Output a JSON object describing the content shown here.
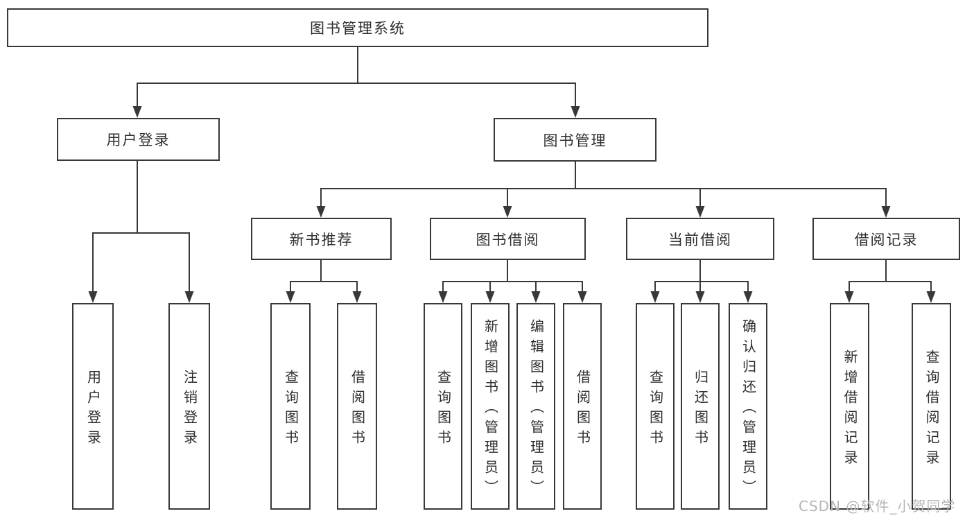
{
  "diagram": {
    "tree": {
      "label": "图书管理系统",
      "children": [
        {
          "label": "用户登录",
          "children": [
            {
              "label": "用户登录"
            },
            {
              "label": "注销登录"
            }
          ]
        },
        {
          "label": "图书管理",
          "children": [
            {
              "label": "新书推荐",
              "children": [
                {
                  "label": "查询图书"
                },
                {
                  "label": "借阅图书"
                }
              ]
            },
            {
              "label": "图书借阅",
              "children": [
                {
                  "label": "查询图书"
                },
                {
                  "label": "新增图书（管理员）"
                },
                {
                  "label": "编辑图书（管理员）"
                },
                {
                  "label": "借阅图书"
                }
              ]
            },
            {
              "label": "当前借阅",
              "children": [
                {
                  "label": "查询图书"
                },
                {
                  "label": "归还图书"
                },
                {
                  "label": "确认归还（管理员）"
                }
              ]
            },
            {
              "label": "借阅记录",
              "children": [
                {
                  "label": "新增借阅记录"
                },
                {
                  "label": "查询借阅记录"
                }
              ]
            }
          ]
        }
      ]
    },
    "watermark": "CSDN @软件_小贺同学",
    "colors": {
      "line": "#383838",
      "box_border": "#383838",
      "box_fill": "#ffffff",
      "text": "#2e2e2e",
      "watermark": "#b5b5b5",
      "background": "#ffffff"
    }
  }
}
